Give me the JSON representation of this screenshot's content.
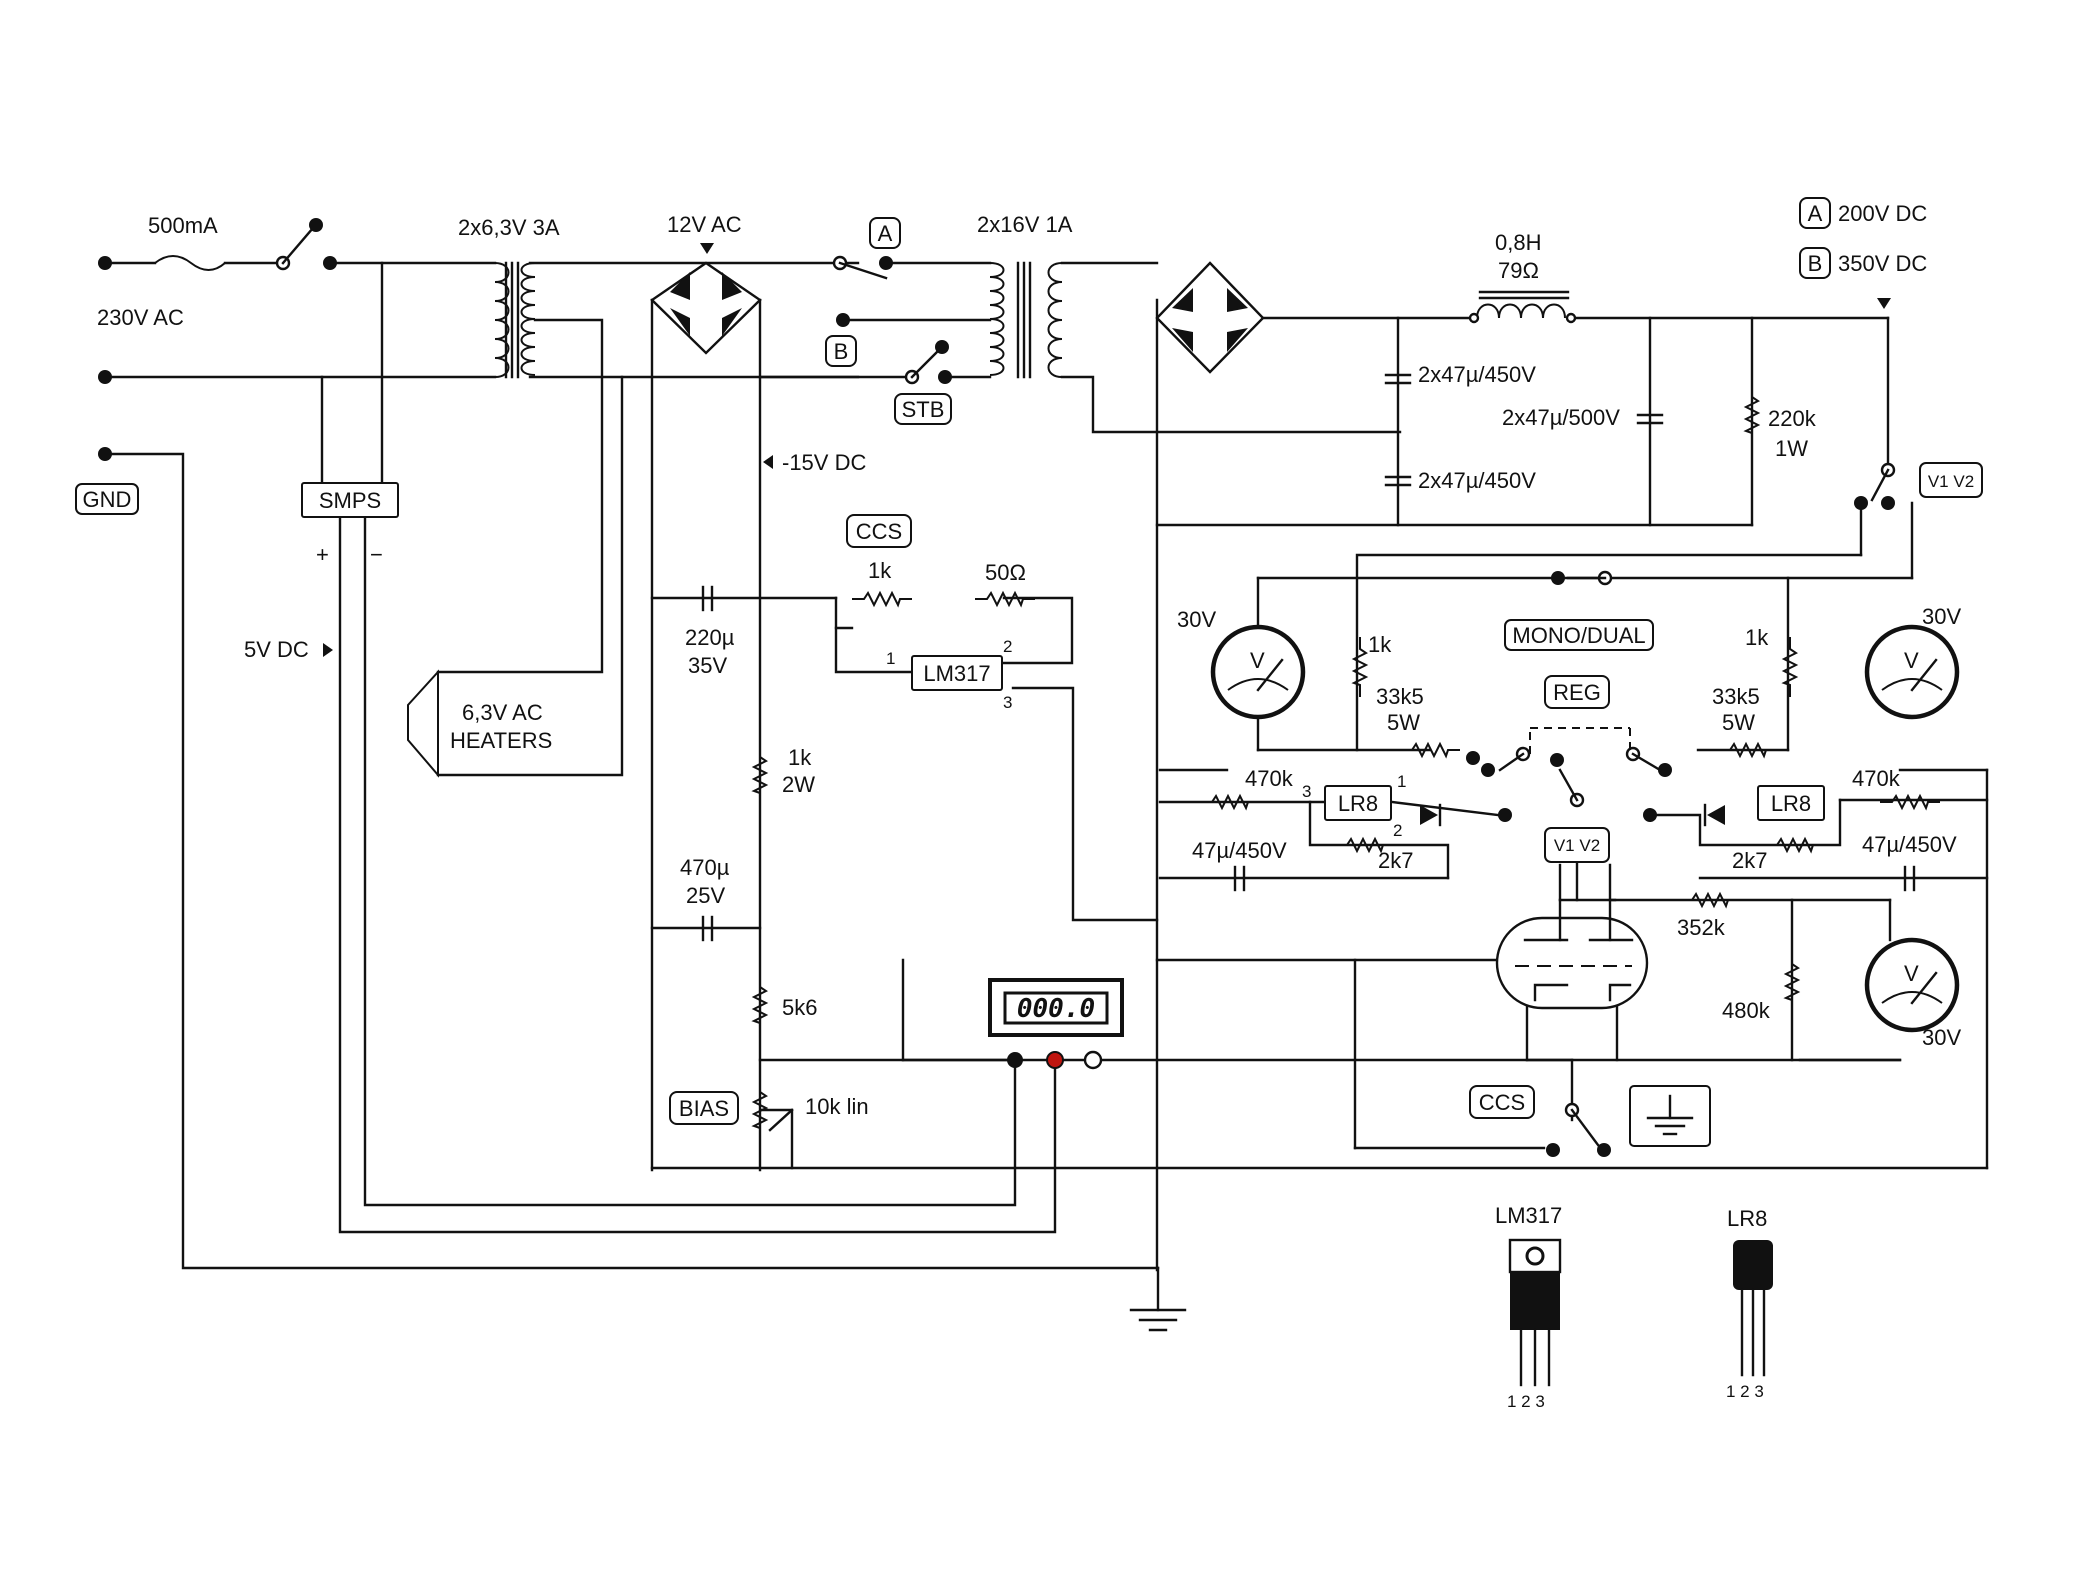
{
  "labels": {
    "fuse": "500mA",
    "mains": "230V AC",
    "gnd": "GND",
    "heater_trafo": "2x6,3V 3A",
    "ac12": "12V AC",
    "hv_trafo": "2x16V 1A",
    "switch_a": "A",
    "switch_b": "B",
    "stb": "STB",
    "choke_h": "0,8H",
    "choke_r": "79Ω",
    "legend_a_letter": "A",
    "legend_a": "200V DC",
    "legend_b_letter": "B",
    "legend_b": "350V DC",
    "cap_top": "2x47µ/450V",
    "cap_bottom": "2x47µ/450V",
    "cap_mid": "2x47µ/500V",
    "bleeder_r": "220k",
    "bleeder_w": "1W",
    "v1v2_top": "V1 V2",
    "smps": "SMPS",
    "smps_plus": "+",
    "smps_minus": "−",
    "dc5": "5V DC",
    "heaters_1": "6,3V AC",
    "heaters_2": "HEATERS",
    "neg15": "-15V DC",
    "ccs_top": "CCS",
    "pot1k": "1k",
    "r50": "50Ω",
    "cap220": "220µ",
    "cap220_v": "35V",
    "lm317": "LM317",
    "pin1": "1",
    "pin2": "2",
    "pin3": "3",
    "r1k2w": "1k",
    "r1k2w_w": "2W",
    "cap470": "470µ",
    "cap470_v": "25V",
    "r5k6": "5k6",
    "bias": "BIAS",
    "pot10k": "10k lin",
    "display": "000.0",
    "v30_tl": "30V",
    "v30_tr": "30V",
    "v30_br": "30V",
    "r1k_l": "1k",
    "r1k_r": "1k",
    "mono_dual": "MONO/DUAL",
    "reg": "REG",
    "r33k5_l": "33k5",
    "r33k5_lw": "5W",
    "r33k5_r": "33k5",
    "r33k5_rw": "5W",
    "r470k_l": "470k",
    "r470k_r": "470k",
    "lr8_l": "LR8",
    "lr8_r": "LR8",
    "r2k7_l": "2k7",
    "r2k7_r": "2k7",
    "cap47_l": "47µ/450V",
    "cap47_r": "47µ/450V",
    "v1v2_mid": "V1 V2",
    "r352k": "352k",
    "r480k": "480k",
    "ccs_bottom": "CCS",
    "pkg_lm317": "LM317",
    "pkg_lr8": "LR8",
    "pkg_pins_a": "1 2 3",
    "pkg_pins_b": "1 2 3",
    "meter_v": "V"
  }
}
